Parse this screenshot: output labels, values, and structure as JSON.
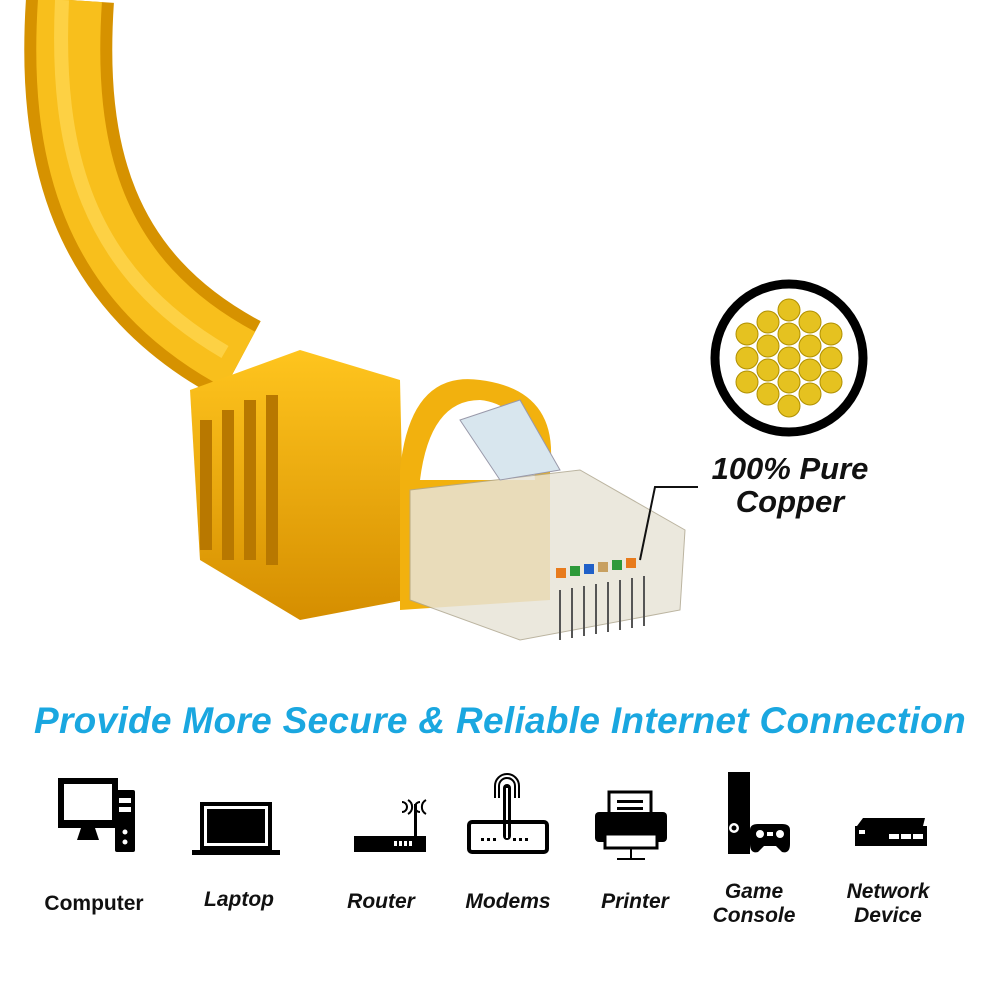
{
  "copper": {
    "label_line1": "100% Pure",
    "label_line2": "Copper"
  },
  "headline": "Provide More Secure & Reliable Internet Connection",
  "colors": {
    "cable": "#f5b80e",
    "headline": "#1aa7e0",
    "icons": "#000000"
  },
  "devices": [
    {
      "icon": "computer-icon",
      "label": "Computer"
    },
    {
      "icon": "laptop-icon",
      "label": "Laptop"
    },
    {
      "icon": "router-icon",
      "label": "Router"
    },
    {
      "icon": "modem-icon",
      "label": "Modems"
    },
    {
      "icon": "printer-icon",
      "label": "Printer"
    },
    {
      "icon": "game-console-icon",
      "label": "Game",
      "label2": "Console"
    },
    {
      "icon": "network-device-icon",
      "label": "Network",
      "label2": "Device"
    }
  ]
}
